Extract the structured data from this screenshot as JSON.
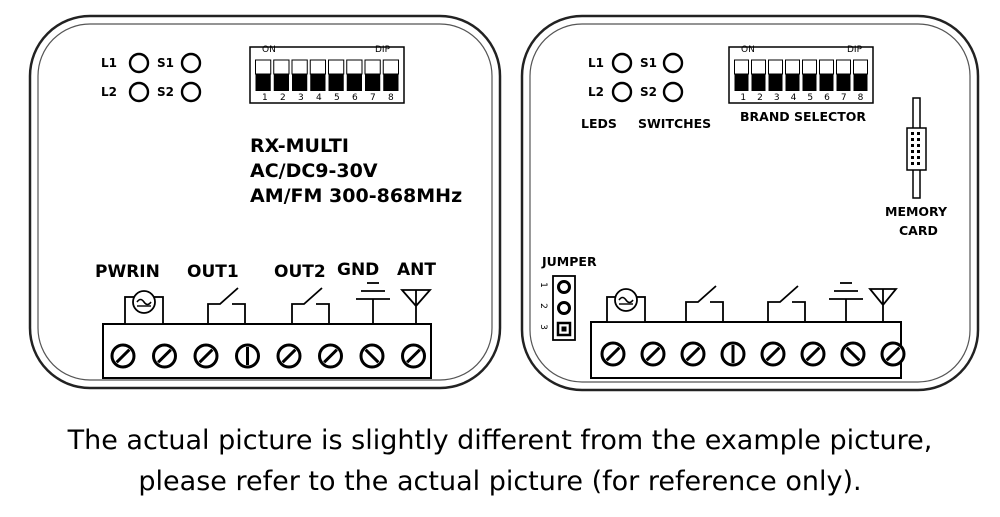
{
  "left_board": {
    "leds": [
      "L1",
      "L2"
    ],
    "switches": [
      "S1",
      "S2"
    ],
    "dip": {
      "on_label": "ON",
      "dip_label": "DIP",
      "numbers": [
        "1",
        "2",
        "3",
        "4",
        "5",
        "6",
        "7",
        "8"
      ]
    },
    "info": {
      "model": "RX-MULTI",
      "power": "AC/DC9-30V",
      "frequency": "AM/FM 300-868MHz"
    },
    "terminal_labels": {
      "pwrin": "PWRIN",
      "out1": "OUT1",
      "out2": "OUT2",
      "gnd": "GND",
      "ant": "ANT"
    }
  },
  "right_board": {
    "leds": [
      "L1",
      "L2"
    ],
    "switches": [
      "S1",
      "S2"
    ],
    "dip": {
      "on_label": "ON",
      "dip_label": "DIP",
      "numbers": [
        "1",
        "2",
        "3",
        "4",
        "5",
        "6",
        "7",
        "8"
      ]
    },
    "labels": {
      "leds": "LEDS",
      "switches": "SWITCHES",
      "brand_selector": "BRAND SELECTOR",
      "memory": "MEMORY",
      "card": "CARD",
      "jumper": "JUMPER"
    },
    "jumper_pins": [
      "1",
      "2",
      "3"
    ]
  },
  "caption": {
    "line1": "The actual picture is slightly different from the example picture,",
    "line2": "please refer to the actual picture (for reference only)."
  }
}
